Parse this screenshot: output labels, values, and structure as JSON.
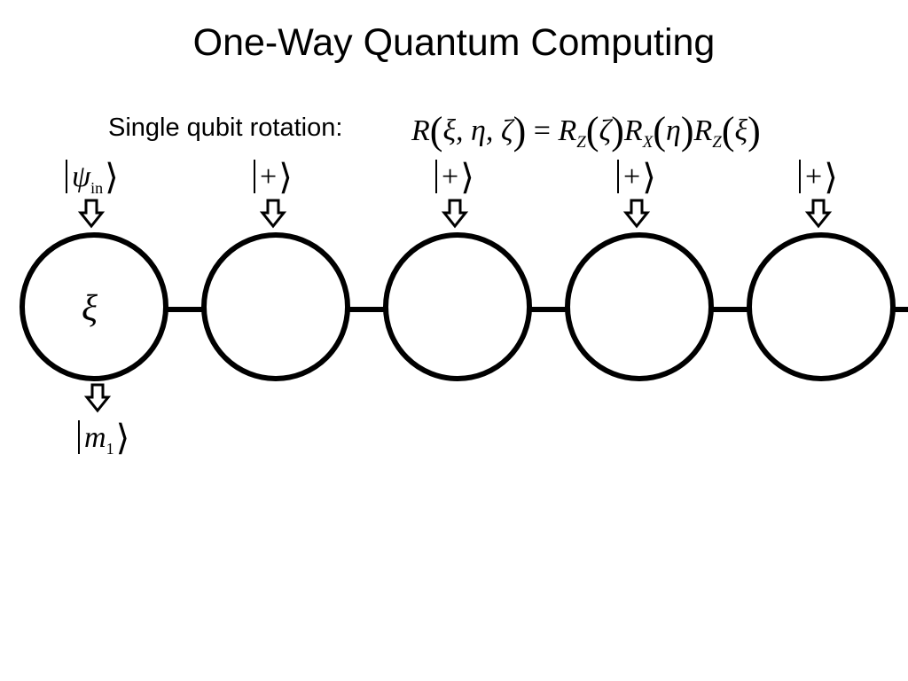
{
  "title": "One-Way Quantum Computing",
  "rotation_label": "Single qubit rotation:",
  "formula": {
    "lhs": "R",
    "args": "ξ, η, ζ",
    "equals": "=",
    "r1": "R",
    "r1_sub": "Z",
    "r1_arg": "ζ",
    "r2": "R",
    "r2_sub": "X",
    "r2_arg": "η",
    "r3": "R",
    "r3_sub": "Z",
    "r3_arg": "ξ"
  },
  "input_states": [
    {
      "symbol": "ψ",
      "sub": "in"
    },
    {
      "symbol": "+",
      "sub": ""
    },
    {
      "symbol": "+",
      "sub": ""
    },
    {
      "symbol": "+",
      "sub": ""
    },
    {
      "symbol": "+",
      "sub": ""
    }
  ],
  "first_node_symbol": "ξ",
  "output_state": {
    "symbol": "m",
    "sub": "1"
  }
}
